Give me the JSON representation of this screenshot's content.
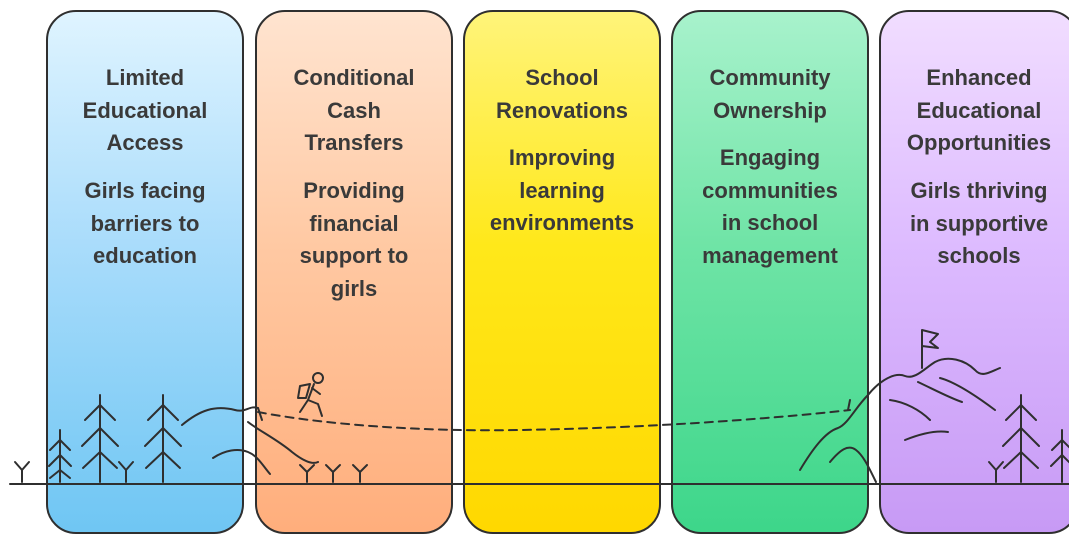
{
  "stages": [
    {
      "title": "Limited\nEducational\nAccess",
      "description": "Girls facing\nbarriers to\neducation"
    },
    {
      "title": "Conditional\nCash\nTransfers",
      "description": "Providing\nfinancial\nsupport to\ngirls"
    },
    {
      "title": "School\nRenovations",
      "description": "Improving\nlearning\nenvironments"
    },
    {
      "title": "Community\nOwnership",
      "description": "Engaging\ncommunities\nin school\nmanagement"
    },
    {
      "title": "Enhanced\nEducational\nOpportunities",
      "description": "Girls thriving\nin supportive\nschools"
    }
  ],
  "colors": {
    "stage_1": "#6fc6f3",
    "stage_2": "#ffae7c",
    "stage_3": "#ffd800",
    "stage_4": "#3dd68a",
    "stage_5": "#c79af5",
    "outline": "#2f2f2f"
  },
  "icons": [
    "tree-icon",
    "hiker-icon",
    "mountain-icon",
    "flag-icon",
    "grass-icon"
  ]
}
